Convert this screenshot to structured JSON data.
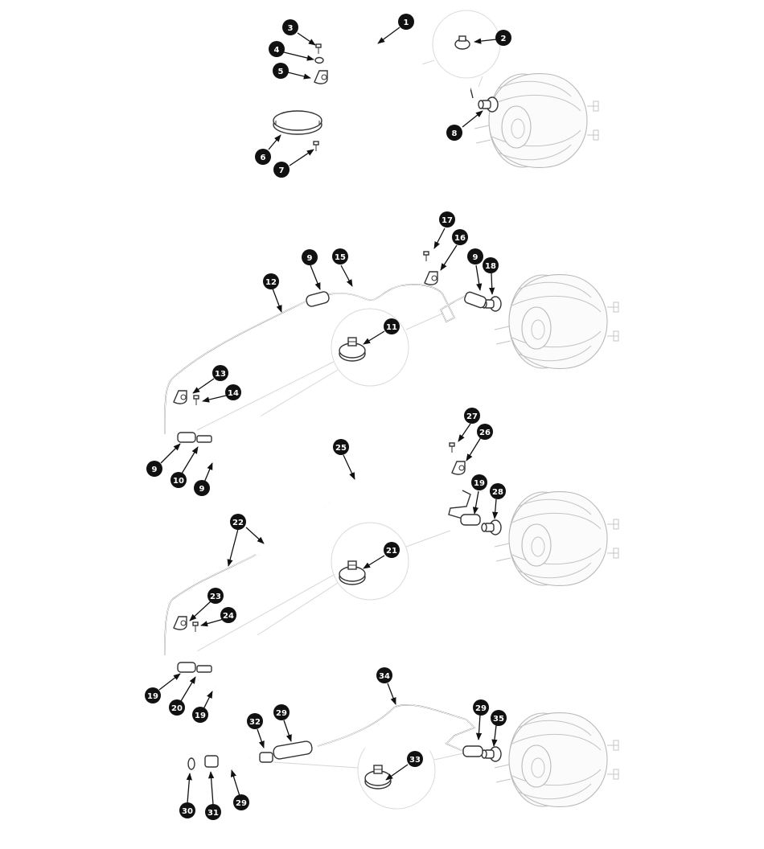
{
  "diagram": {
    "sections": [
      {
        "name": "section-1",
        "callouts": [
          {
            "id": "c-1",
            "label": "1"
          },
          {
            "id": "c-2",
            "label": "2"
          },
          {
            "id": "c-3",
            "label": "3"
          },
          {
            "id": "c-4",
            "label": "4"
          },
          {
            "id": "c-5",
            "label": "5"
          },
          {
            "id": "c-6",
            "label": "6"
          },
          {
            "id": "c-7",
            "label": "7"
          },
          {
            "id": "c-8",
            "label": "8"
          }
        ]
      },
      {
        "name": "section-2",
        "callouts": [
          {
            "id": "c-9a",
            "label": "9"
          },
          {
            "id": "c-15",
            "label": "15"
          },
          {
            "id": "c-12",
            "label": "12"
          },
          {
            "id": "c-17",
            "label": "17"
          },
          {
            "id": "c-16",
            "label": "16"
          },
          {
            "id": "c-9b",
            "label": "9"
          },
          {
            "id": "c-18",
            "label": "18"
          },
          {
            "id": "c-11",
            "label": "11"
          },
          {
            "id": "c-13",
            "label": "13"
          },
          {
            "id": "c-14",
            "label": "14"
          },
          {
            "id": "c-9c",
            "label": "9"
          },
          {
            "id": "c-10",
            "label": "10"
          },
          {
            "id": "c-9d",
            "label": "9"
          }
        ]
      },
      {
        "name": "section-3",
        "callouts": [
          {
            "id": "c-27",
            "label": "27"
          },
          {
            "id": "c-26",
            "label": "26"
          },
          {
            "id": "c-25",
            "label": "25"
          },
          {
            "id": "c-19a",
            "label": "19"
          },
          {
            "id": "c-28",
            "label": "28"
          },
          {
            "id": "c-22",
            "label": "22"
          },
          {
            "id": "c-21",
            "label": "21"
          },
          {
            "id": "c-23",
            "label": "23"
          },
          {
            "id": "c-24",
            "label": "24"
          },
          {
            "id": "c-19b",
            "label": "19"
          },
          {
            "id": "c-20",
            "label": "20"
          },
          {
            "id": "c-19c",
            "label": "19"
          }
        ]
      },
      {
        "name": "section-4",
        "callouts": [
          {
            "id": "c-34",
            "label": "34"
          },
          {
            "id": "c-29a",
            "label": "29"
          },
          {
            "id": "c-35",
            "label": "35"
          },
          {
            "id": "c-32",
            "label": "32"
          },
          {
            "id": "c-29b",
            "label": "29"
          },
          {
            "id": "c-33",
            "label": "33"
          },
          {
            "id": "c-30",
            "label": "30"
          },
          {
            "id": "c-31",
            "label": "31"
          },
          {
            "id": "c-29c",
            "label": "29"
          }
        ]
      }
    ]
  }
}
